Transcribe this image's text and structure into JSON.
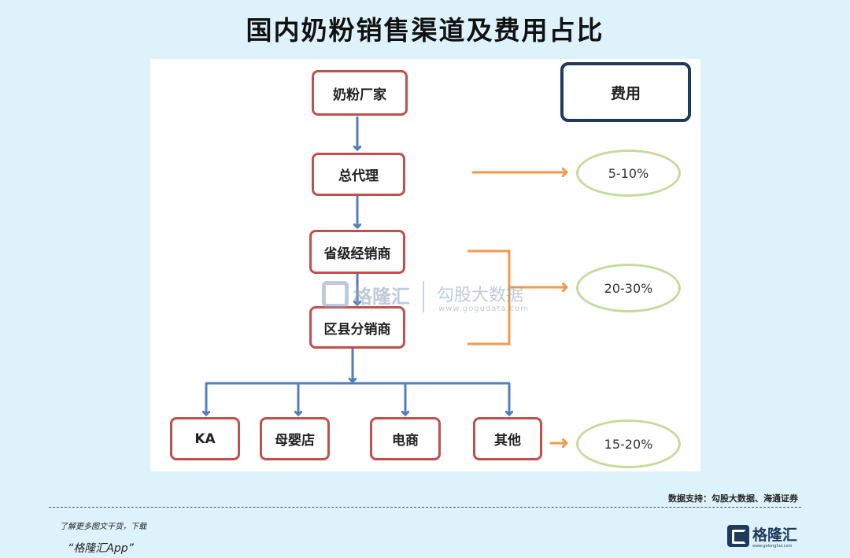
{
  "title": "国内奶粉销售渠道及费用占比",
  "fee_header": "费用",
  "nodes": {
    "manufacturer": "奶粉厂家",
    "general_agent": "总代理",
    "provincial_distributor": "省级经销商",
    "county_distributor": "区县分销商",
    "ka": "KA",
    "maternity_store": "母婴店",
    "ecommerce": "电商",
    "others": "其他"
  },
  "fees": {
    "general_agent": "5-10%",
    "distributors": "20-30%",
    "retail": "15-20%"
  },
  "watermark": {
    "brand": "格隆汇",
    "name": "勾股大数据",
    "url": "www.gogudata.com"
  },
  "source": "数据支持：勾股大数据、海通证券",
  "promo_line1": "了解更多图文干货，下载",
  "promo_line2": "“格隆汇App”",
  "logo": {
    "text": "格隆汇",
    "url": "www.gelonghui.com"
  },
  "colors": {
    "background": "#def2fb",
    "node_border": "#c0504d",
    "flow_arrow": "#4f7fbf",
    "fee_arrow": "#f29a4a",
    "fee_ellipse": "#c4dc9a",
    "fee_header_border": "#1f3a5f"
  }
}
